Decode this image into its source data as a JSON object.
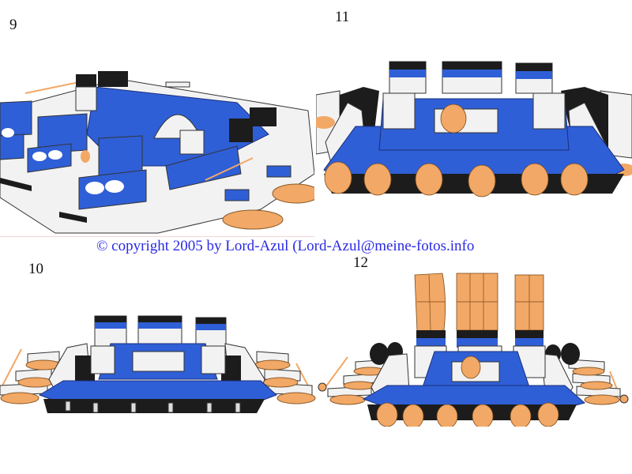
{
  "steps": [
    {
      "number": "9",
      "caption": "Step 9 – angled view of blue/white spaceship base with wing sections, canopy and black bricks"
    },
    {
      "number": "11",
      "caption": "Step 11 – front view with six orange transparent round parts along the front edge"
    },
    {
      "number": "10",
      "caption": "Step 10 – front view with three raised blue/white sections and grey fittings along the front"
    },
    {
      "number": "12",
      "caption": "Step 12 – front view with three tall orange transparent curved panels attached on top"
    }
  ],
  "copyright": "© copyright 2005 by Lord-Azul (Lord-Azul@meine-fotos.info",
  "colors": {
    "blue": "#2f5fd6",
    "white": "#f2f2f2",
    "black": "#1c1c1c",
    "orange": "#f2a866",
    "text_blue": "#2a2ae6",
    "outline": "#333333"
  }
}
